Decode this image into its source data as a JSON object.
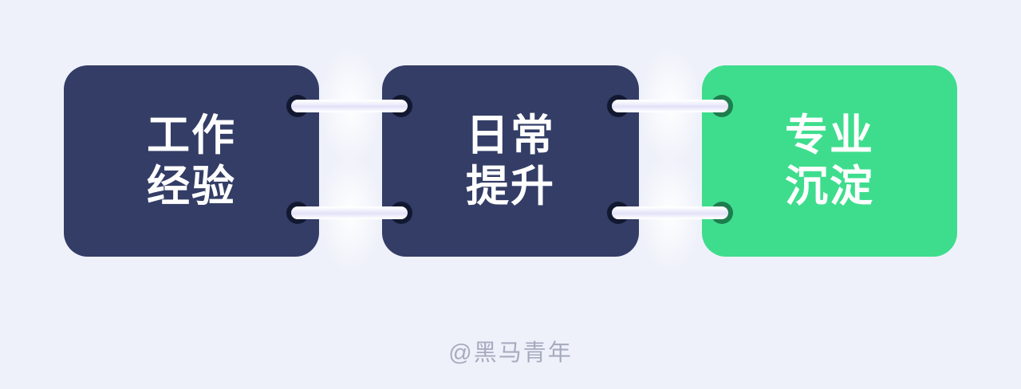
{
  "cards": [
    {
      "id": "work-experience",
      "line1": "工作",
      "line2": "经验",
      "color": "navy"
    },
    {
      "id": "daily-improvement",
      "line1": "日常",
      "line2": "提升",
      "color": "navy"
    },
    {
      "id": "professional-accumulation",
      "line1": "专业",
      "line2": "沉淀",
      "color": "green"
    }
  ],
  "watermark": {
    "text": "@黑马青年"
  },
  "colors": {
    "background": "#eff1fa",
    "card_navy": "#333d66",
    "card_green": "#3edd8d",
    "card_text": "#ffffff",
    "hole_navy": "#121830",
    "hole_green": "#1e7d4f",
    "bar_light": "#ffffff",
    "bar_mid": "#e2e1f8",
    "watermark": "#a7abbf"
  }
}
